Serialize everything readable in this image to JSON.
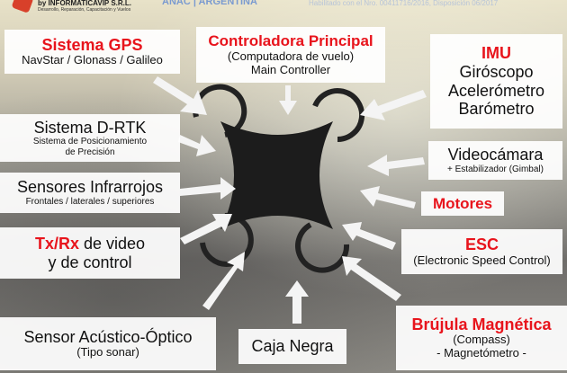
{
  "header": {
    "company": "by INFORMATICAVIP S.R.L.",
    "tagline": "Desarrollo, Reparación, Capacitación y Vuelos",
    "agency": "ANAC | ARGENTINA",
    "license": "Habilitado con el Nro. 00411716/2016, Disposición 06/2017"
  },
  "boxes": {
    "gps": {
      "title": "Sistema GPS",
      "sub": "NavStar / Glonass / Galileo"
    },
    "controller": {
      "title": "Controladora Principal",
      "sub1": "(Computadora de vuelo)",
      "sub2": "Main Controller"
    },
    "imu": {
      "title": "IMU",
      "l1": "Giróscopo",
      "l2": "Acelerómetro",
      "l3": "Barómetro"
    },
    "drtk": {
      "title": "Sistema D-RTK",
      "sub": "Sistema de Posicionamiento de Precisión"
    },
    "camera": {
      "title": "Videocámara",
      "sub": "+ Estabilizador (Gimbal)"
    },
    "ir": {
      "title": "Sensores Infrarrojos",
      "sub": "Frontales / laterales / superiores"
    },
    "motors": {
      "title": "Motores"
    },
    "txrx": {
      "red": "Tx/Rx",
      "rest": " de video",
      "l2": "y de control"
    },
    "esc": {
      "title": "ESC",
      "sub": "(Electronic Speed Control)"
    },
    "sonar": {
      "title": "Sensor Acústico-Óptico",
      "sub": "(Tipo sonar)"
    },
    "blackbox": {
      "title": "Caja Negra"
    },
    "compass": {
      "title": "Brújula Magnética",
      "sub1": "(Compass)",
      "sub2": "- Magnetómetro -"
    }
  }
}
